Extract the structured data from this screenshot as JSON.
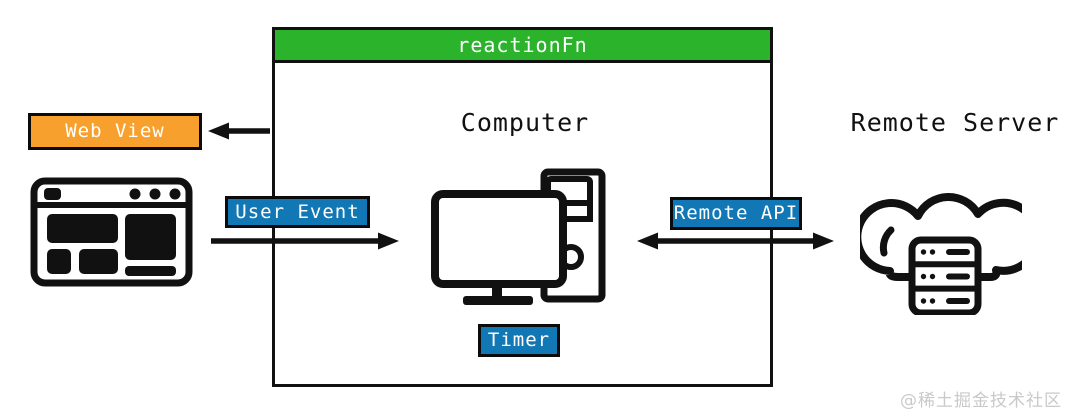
{
  "diagram": {
    "container": {
      "title": "reactionFn",
      "header_color": "#2bb32b",
      "border_color": "#111111"
    },
    "nodes": {
      "web_view": {
        "label": "Web View",
        "fill": "#f7a02d",
        "text_color": "#ffffff",
        "icon": "browser-window-icon"
      },
      "computer": {
        "label": "Computer",
        "icon": "desktop-computer-icon"
      },
      "remote_server": {
        "label": "Remote Server",
        "icon": "cloud-server-icon"
      }
    },
    "labels": {
      "user_event": {
        "label": "User Event",
        "fill": "#1278b5",
        "text_color": "#ffffff"
      },
      "remote_api": {
        "label": "Remote API",
        "fill": "#1278b5",
        "text_color": "#ffffff"
      },
      "timer": {
        "label": "Timer",
        "fill": "#1278b5",
        "text_color": "#ffffff"
      }
    },
    "edges": [
      {
        "name": "box-to-web-view",
        "direction": "left"
      },
      {
        "name": "browser-to-computer",
        "direction": "right",
        "label": "User Event"
      },
      {
        "name": "computer-to-remote-server",
        "direction": "both",
        "label": "Remote API"
      }
    ]
  },
  "watermark": {
    "text": "@稀土掘金技术社区",
    "color": "#c9c9c9"
  }
}
